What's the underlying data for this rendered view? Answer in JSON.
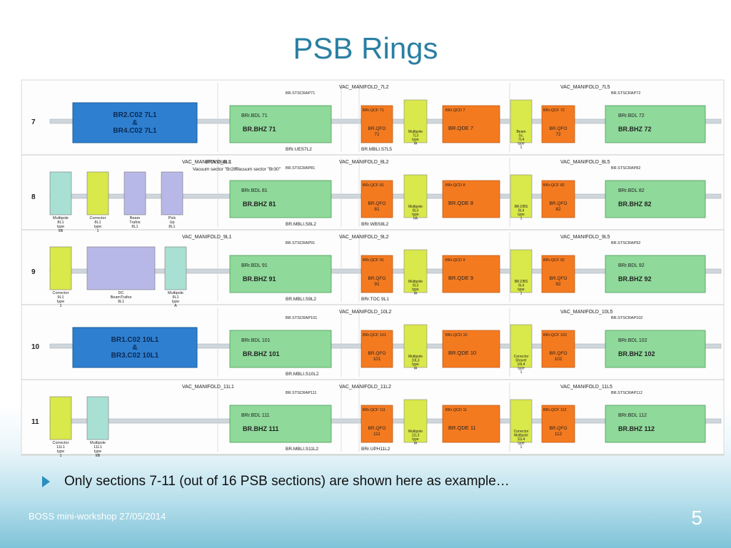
{
  "title": "PSB Rings",
  "bullet": "Only sections 7-11 (out of 16 PSB sections) are shown here as example…",
  "footer": "BOSS mini-workshop 27/05/2014",
  "page_number": "5",
  "colors": {
    "title": "#2a7fa3",
    "dipole": "#2e7fd0",
    "bending": "#8fd99a",
    "quadrupole": "#f47a20",
    "corrector": "#d9e84a",
    "multipole": "#a8e0d4",
    "instrument": "#b8b8e8",
    "bullet_arrow": "#2a8fc0"
  },
  "diagram": {
    "sections": [
      {
        "id": "7",
        "left_label": "VAC_MANIFOLD_7L2",
        "right_label": "VAC_MANIFOLD_7L5",
        "blocks": [
          {
            "type": "dipole",
            "lines": [
              "BR2.C02 7L1",
              "&",
              "BR4.C02 7L1"
            ]
          },
          {
            "type": "bend-a",
            "bdl": "BRr.BDL 71",
            "bhz": "BR.BHZ 71",
            "scrap": "BR.STSCRAP71"
          },
          {
            "type": "quad",
            "qcf": "BRr.QCF 71",
            "qfo": "BR.QFO 71",
            "mp": "Multipole 7L3 type IA",
            "qcd": "BRr.QCD 7",
            "qde": "BR.QDE 7",
            "corr": "Beam Sc. 7L4 type 1",
            "qcf2": "BRr.QCF 72",
            "qfo2": "BR.QFO 72"
          },
          {
            "type": "bend-b",
            "bdl": "BRr.BDL 72",
            "bhz": "BR.BHZ 72",
            "scrap": "BR.STSCRAP72"
          }
        ],
        "extras": [
          "BRr.UES7L2",
          "BR.MBLI.S7L5"
        ]
      },
      {
        "id": "8",
        "left_label": "VAC_MANIFOLD_8L1",
        "right_label": "VAC_MANIFOLD_8L5",
        "mid_label": "VAC_MANIFOLD_8L2",
        "blocks": [
          {
            "type": "small-row",
            "items": [
              "Multipole 8L1 type IIB",
              "Corrector 8L1 type 1",
              "Beam Trafos 8L1",
              "Pick Up 8L1"
            ]
          },
          {
            "type": "bend-a",
            "bdl": "BRr.BDL 81",
            "bhz": "BR.BHZ 81",
            "scrap": "BR.STSCRAP81"
          },
          {
            "type": "quad",
            "qcf": "BRr.QCF 81",
            "qfo": "BR.QFO 81",
            "mp": "Multipole 8L3 type IIA",
            "qcd": "BRr.QCD 8",
            "qde": "BR.QDE 8",
            "corr": "BR.DBS 8L4 type 1",
            "qcf2": "BRr.QCF 82",
            "qfo2": "BR.QFO 82"
          },
          {
            "type": "bend-b",
            "bdl": "BRr.BDL 82",
            "bhz": "BR.BHZ 82",
            "scrap": "BR.STSCRAP82"
          }
        ],
        "extras": [
          "BR.MBLI.S8L2",
          "BRr.WBS8L2",
          "BR/VVS8L1",
          "Vacuum sector \"Br28\"",
          "Vacuum sector \"Br30\""
        ]
      },
      {
        "id": "9",
        "left_label": "VAC_MANIFOLD_9L1",
        "right_label": "VAC_MANIFOLD_9L5",
        "mid_label": "VAC_MANIFOLD_9L2",
        "blocks": [
          {
            "type": "small-row",
            "items": [
              "Corrector 9L1 type 1",
              "DC BeamTrafos 9L1",
              "Multipole 9L1 type A"
            ]
          },
          {
            "type": "bend-a",
            "bdl": "BRr.BDL 91",
            "bhz": "BR.BHZ 91",
            "scrap": "BR.STSCRAP91"
          },
          {
            "type": "quad",
            "qcf": "BRr.QCF 91",
            "qfo": "BR.QFO 91",
            "mp": "Multipole 9L3 type IA",
            "qcd": "BRr.QCD 9",
            "qde": "BR.QDE 9",
            "corr": "BR.DBS 9L4 type 1",
            "qcf2": "BRr.QCF 92",
            "qfo2": "BR.QFO 92"
          },
          {
            "type": "bend-b",
            "bdl": "BRr.BDL 92",
            "bhz": "BR.BHZ 92",
            "scrap": "BR.STSCRAP92"
          }
        ],
        "extras": [
          "BR.MBLI.S9L2",
          "BRr.TOC 9L1"
        ]
      },
      {
        "id": "10",
        "left_label": "VAC_MANIFOLD_10L2",
        "right_label": "VAC_MANIFOLD_10L5",
        "blocks": [
          {
            "type": "dipole",
            "lines": [
              "BR1.C02 10L1",
              "&",
              "BR3.C02 10L1"
            ]
          },
          {
            "type": "bend-a",
            "bdl": "BRr.BDL 101",
            "bhz": "BR.BHZ 101",
            "scrap": "BR.STSCRAP101"
          },
          {
            "type": "quad",
            "qcf": "BRr.QCF 101",
            "qfo": "BR.QFO 101",
            "mp": "Multipole 10L3 type IA",
            "qcd": "BRr.QCD 10",
            "qde": "BR.QDE 10",
            "corr": "Corrector Shaver 10L4 type 1",
            "qcf2": "BRr.QCF 102",
            "qfo2": "BR.QFO 102"
          },
          {
            "type": "bend-b",
            "bdl": "BRr.BDL 102",
            "bhz": "BR.BHZ 102",
            "scrap": "BR.STSCRAP102"
          }
        ],
        "extras": [
          "BR.MBLI.S10L2"
        ]
      },
      {
        "id": "11",
        "left_label": "VAC_MANIFOLD_11L1",
        "right_label": "VAC_MANIFOLD_11L5",
        "mid_label": "VAC_MANIFOLD_11L2",
        "blocks": [
          {
            "type": "small-row",
            "items": [
              "Corrector 11L1 type 1",
              "Multipole 11L1 type IIB"
            ]
          },
          {
            "type": "bend-a",
            "bdl": "BRr.BDL 111",
            "bhz": "BR.BHZ 111",
            "scrap": "BR.STSCRAP111"
          },
          {
            "type": "quad",
            "qcf": "BRr.QCF 111",
            "qfo": "BR.QFO 111",
            "mp": "Multipole 11L3 type IA",
            "qcd": "BRr.QCD 11",
            "qde": "BR.QDE 11",
            "corr": "Corrector Multipole 11L4 type 1",
            "qcf2": "BRr.QCF 112",
            "qfo2": "BR.QFO 112"
          },
          {
            "type": "bend-b",
            "bdl": "BRr.BDL 112",
            "bhz": "BR.BHZ 112",
            "scrap": "BR.STSCRAP112"
          }
        ],
        "extras": [
          "BR.MBLI.S11L2",
          "BRr.UPH11L2"
        ]
      }
    ]
  }
}
